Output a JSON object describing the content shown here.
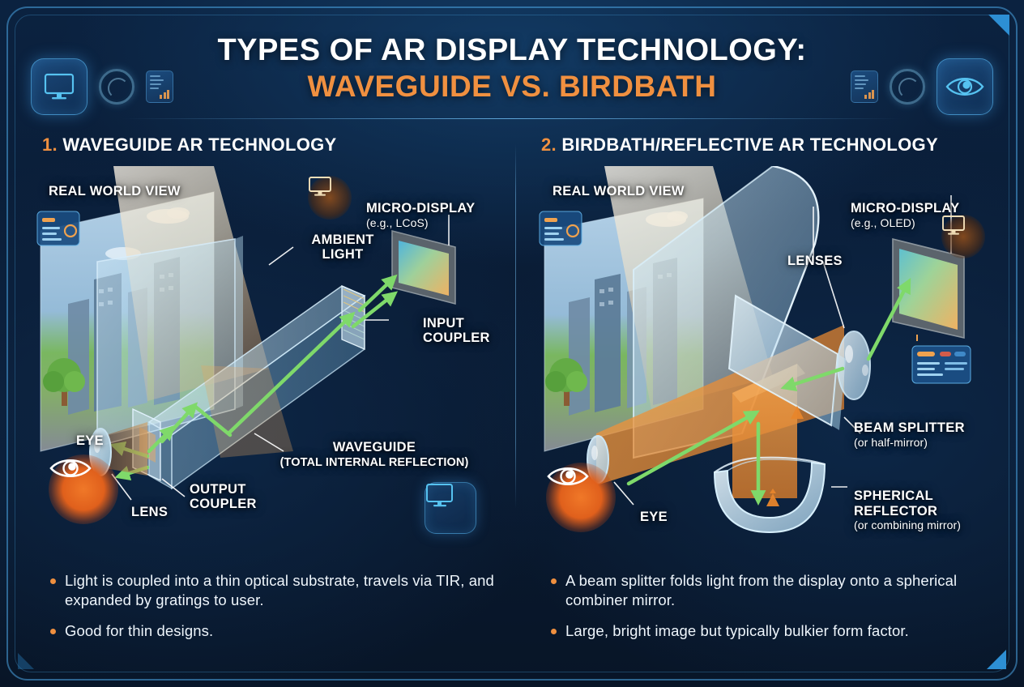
{
  "header": {
    "title_line1": "TYPES OF AR DISPLAY TECHNOLOGY:",
    "title_line2": "WAVEGUIDE VS. BIRDBATH",
    "accent_color": "#f09040",
    "icons_left": [
      "monitor-icon",
      "lens-ring-icon",
      "report-card-icon"
    ],
    "icons_right": [
      "report-card-icon",
      "lens-ring-icon",
      "eye-icon"
    ]
  },
  "columns": [
    {
      "number": "1.",
      "heading": "WAVEGUIDE AR TECHNOLOGY",
      "labels": {
        "real_world_view": "REAL WORLD VIEW",
        "ambient_light": "AMBIENT\nLIGHT",
        "micro_display": "MICRO-DISPLAY",
        "micro_display_sub": "(e.g., LCoS)",
        "input_coupler": "INPUT\nCOUPLER",
        "waveguide": "WAVEGUIDE",
        "waveguide_sub": "(TOTAL INTERNAL REFLECTION)",
        "output_coupler": "OUTPUT\nCOUPLER",
        "eye": "EYE",
        "lens": "LENS"
      },
      "bullets": [
        "Light is coupled into a thin optical substrate, travels via TIR, and expanded by gratings to user.",
        "Good for thin designs."
      ]
    },
    {
      "number": "2.",
      "heading": "BIRDBATH/REFLECTIVE AR TECHNOLOGY",
      "labels": {
        "real_world_view": "REAL WORLD VIEW",
        "micro_display": "MICRO-DISPLAY",
        "micro_display_sub": "(e.g., OLED)",
        "lenses": "LENSES",
        "beam_splitter": "BEAM SPLITTER",
        "beam_splitter_sub": "(or half-mirror)",
        "spherical_reflector": "SPHERICAL\nREFLECTOR",
        "spherical_reflector_sub": "(or combining mirror)",
        "eye": "EYE"
      },
      "bullets": [
        "A beam splitter folds light from the display onto a spherical combiner mirror.",
        "Large, bright image but typically bulkier form factor."
      ]
    }
  ],
  "colors": {
    "background_deep": "#081527",
    "background_mid": "#0b2240",
    "accent_orange": "#f09040",
    "accent_blue": "#4aa4e2",
    "ray_green": "#7fd96a",
    "glass_light": "#bfe0f2"
  }
}
